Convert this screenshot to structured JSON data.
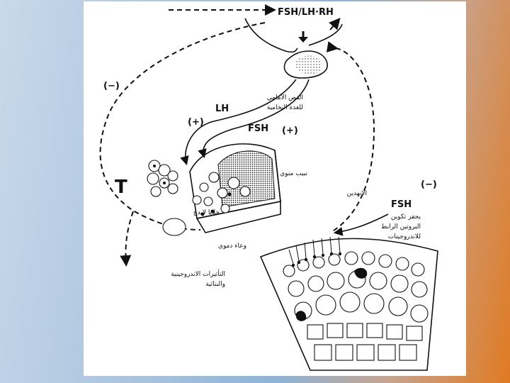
{
  "labels": {
    "fsh_lh_rh": "FSH/LH·RH",
    "neg1": "(−)",
    "neg2": "(−)",
    "lh": "LH",
    "plus1": "(+)",
    "fsh1": "FSH",
    "plus2": "(+)",
    "fsh2": "FSH",
    "t": "T"
  },
  "arabic": {
    "pituitary_line1": "الفص الأمامي",
    "pituitary_line2": "للغدة النخامية",
    "tubule": "نبيب منوي",
    "lumen": "الانهدين",
    "leydig": "خلايا لايدج",
    "blood_vessel": "وعاء دموي",
    "fsh_effect_line1": "يحفز تكوين",
    "fsh_effect_line2": "البروتين الرابط",
    "fsh_effect_line3": "للاندروجينات",
    "androgen_line1": "التأثيرات الاندروجينية",
    "androgen_line2": "والبنائية"
  },
  "colors": {
    "line": "#111111",
    "slide": "#ffffff",
    "background_left": "#c9d9ea",
    "background_right": "#e07a22"
  }
}
